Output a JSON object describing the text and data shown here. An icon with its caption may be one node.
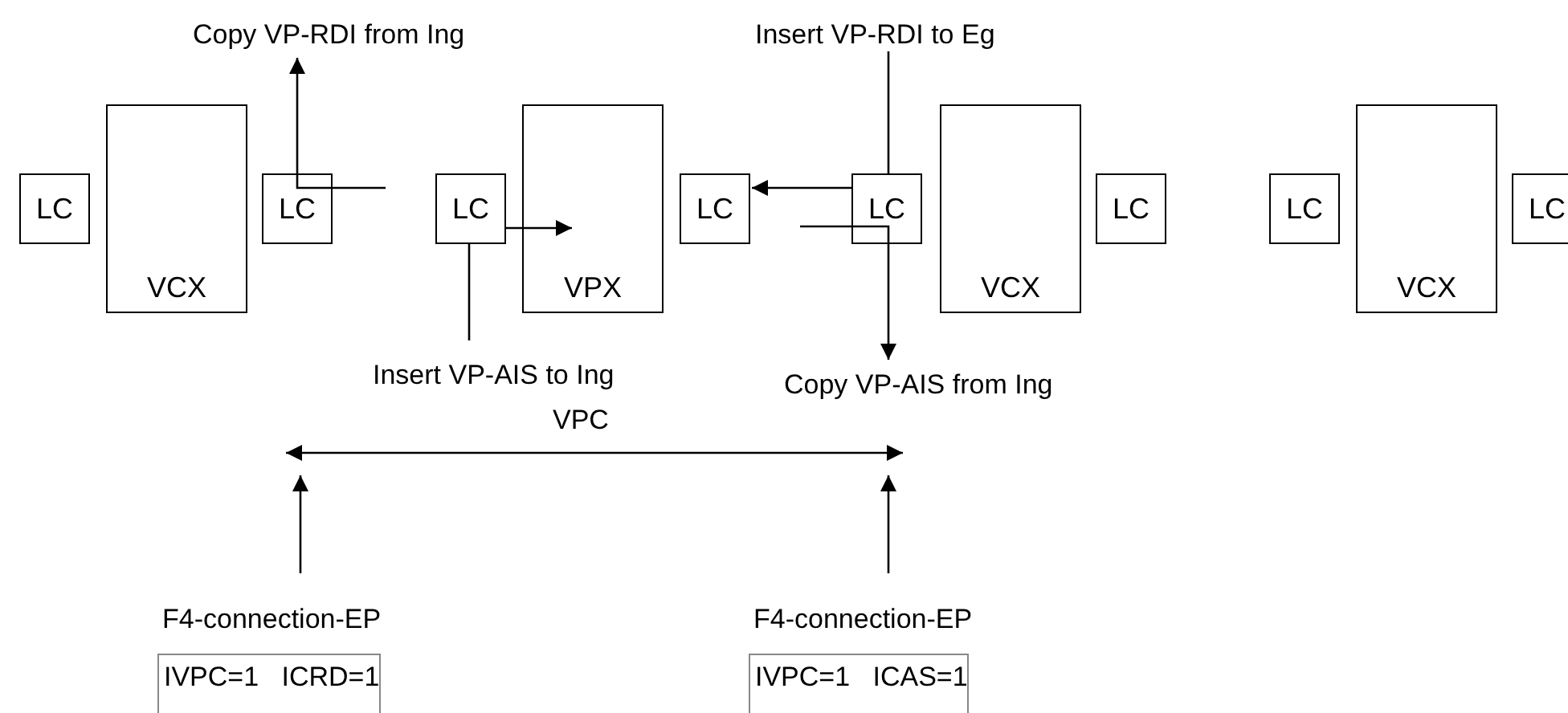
{
  "diagram": {
    "nodes": [
      {
        "text": [
          "Copy VP-RDI from Ing"
        ]
      },
      {
        "text": [
          "Insert VP-RDI to Eg"
        ]
      },
      {
        "text": [
          "LC"
        ]
      },
      {
        "text": [
          "VCX"
        ]
      },
      {
        "text": [
          "LC"
        ]
      },
      {
        "text": [
          "LC"
        ]
      },
      {
        "text": [
          "VPX"
        ]
      },
      {
        "text": [
          "LC"
        ]
      },
      {
        "text": [
          "LC"
        ]
      },
      {
        "text": [
          "VCX"
        ]
      },
      {
        "text": [
          "LC"
        ]
      },
      {
        "text": [
          "LC"
        ]
      },
      {
        "text": [
          "VCX"
        ]
      },
      {
        "text": [
          "LC"
        ]
      },
      {
        "text": [
          "Insert VP-AIS to Ing"
        ]
      },
      {
        "text": [
          "Copy VP-AIS from Ing"
        ]
      },
      {
        "text": [
          "F4-connection-EP",
          "IVPC=1 ICRD=1"
        ]
      },
      {
        "text": [
          "F4-connection-EP",
          "IVPC=1 ICAS=1"
        ]
      }
    ],
    "edges": [
      {
        "from": 4,
        "to": 0,
        "arrow": "to"
      },
      {
        "from": 1,
        "to": 8,
        "arrow": "none"
      },
      {
        "from": 8,
        "to": 7,
        "arrow": "to"
      },
      {
        "from": 14,
        "to": 5,
        "arrow": "none"
      },
      {
        "from": 5,
        "to": 6,
        "arrow": "to"
      },
      {
        "from": 8,
        "to": 15,
        "arrow": "to"
      },
      {
        "from": 16,
        "to": null,
        "arrow": "to"
      },
      {
        "from": 17,
        "to": null,
        "arrow": "to"
      }
    ],
    "labels": [
      "VPC"
    ]
  }
}
